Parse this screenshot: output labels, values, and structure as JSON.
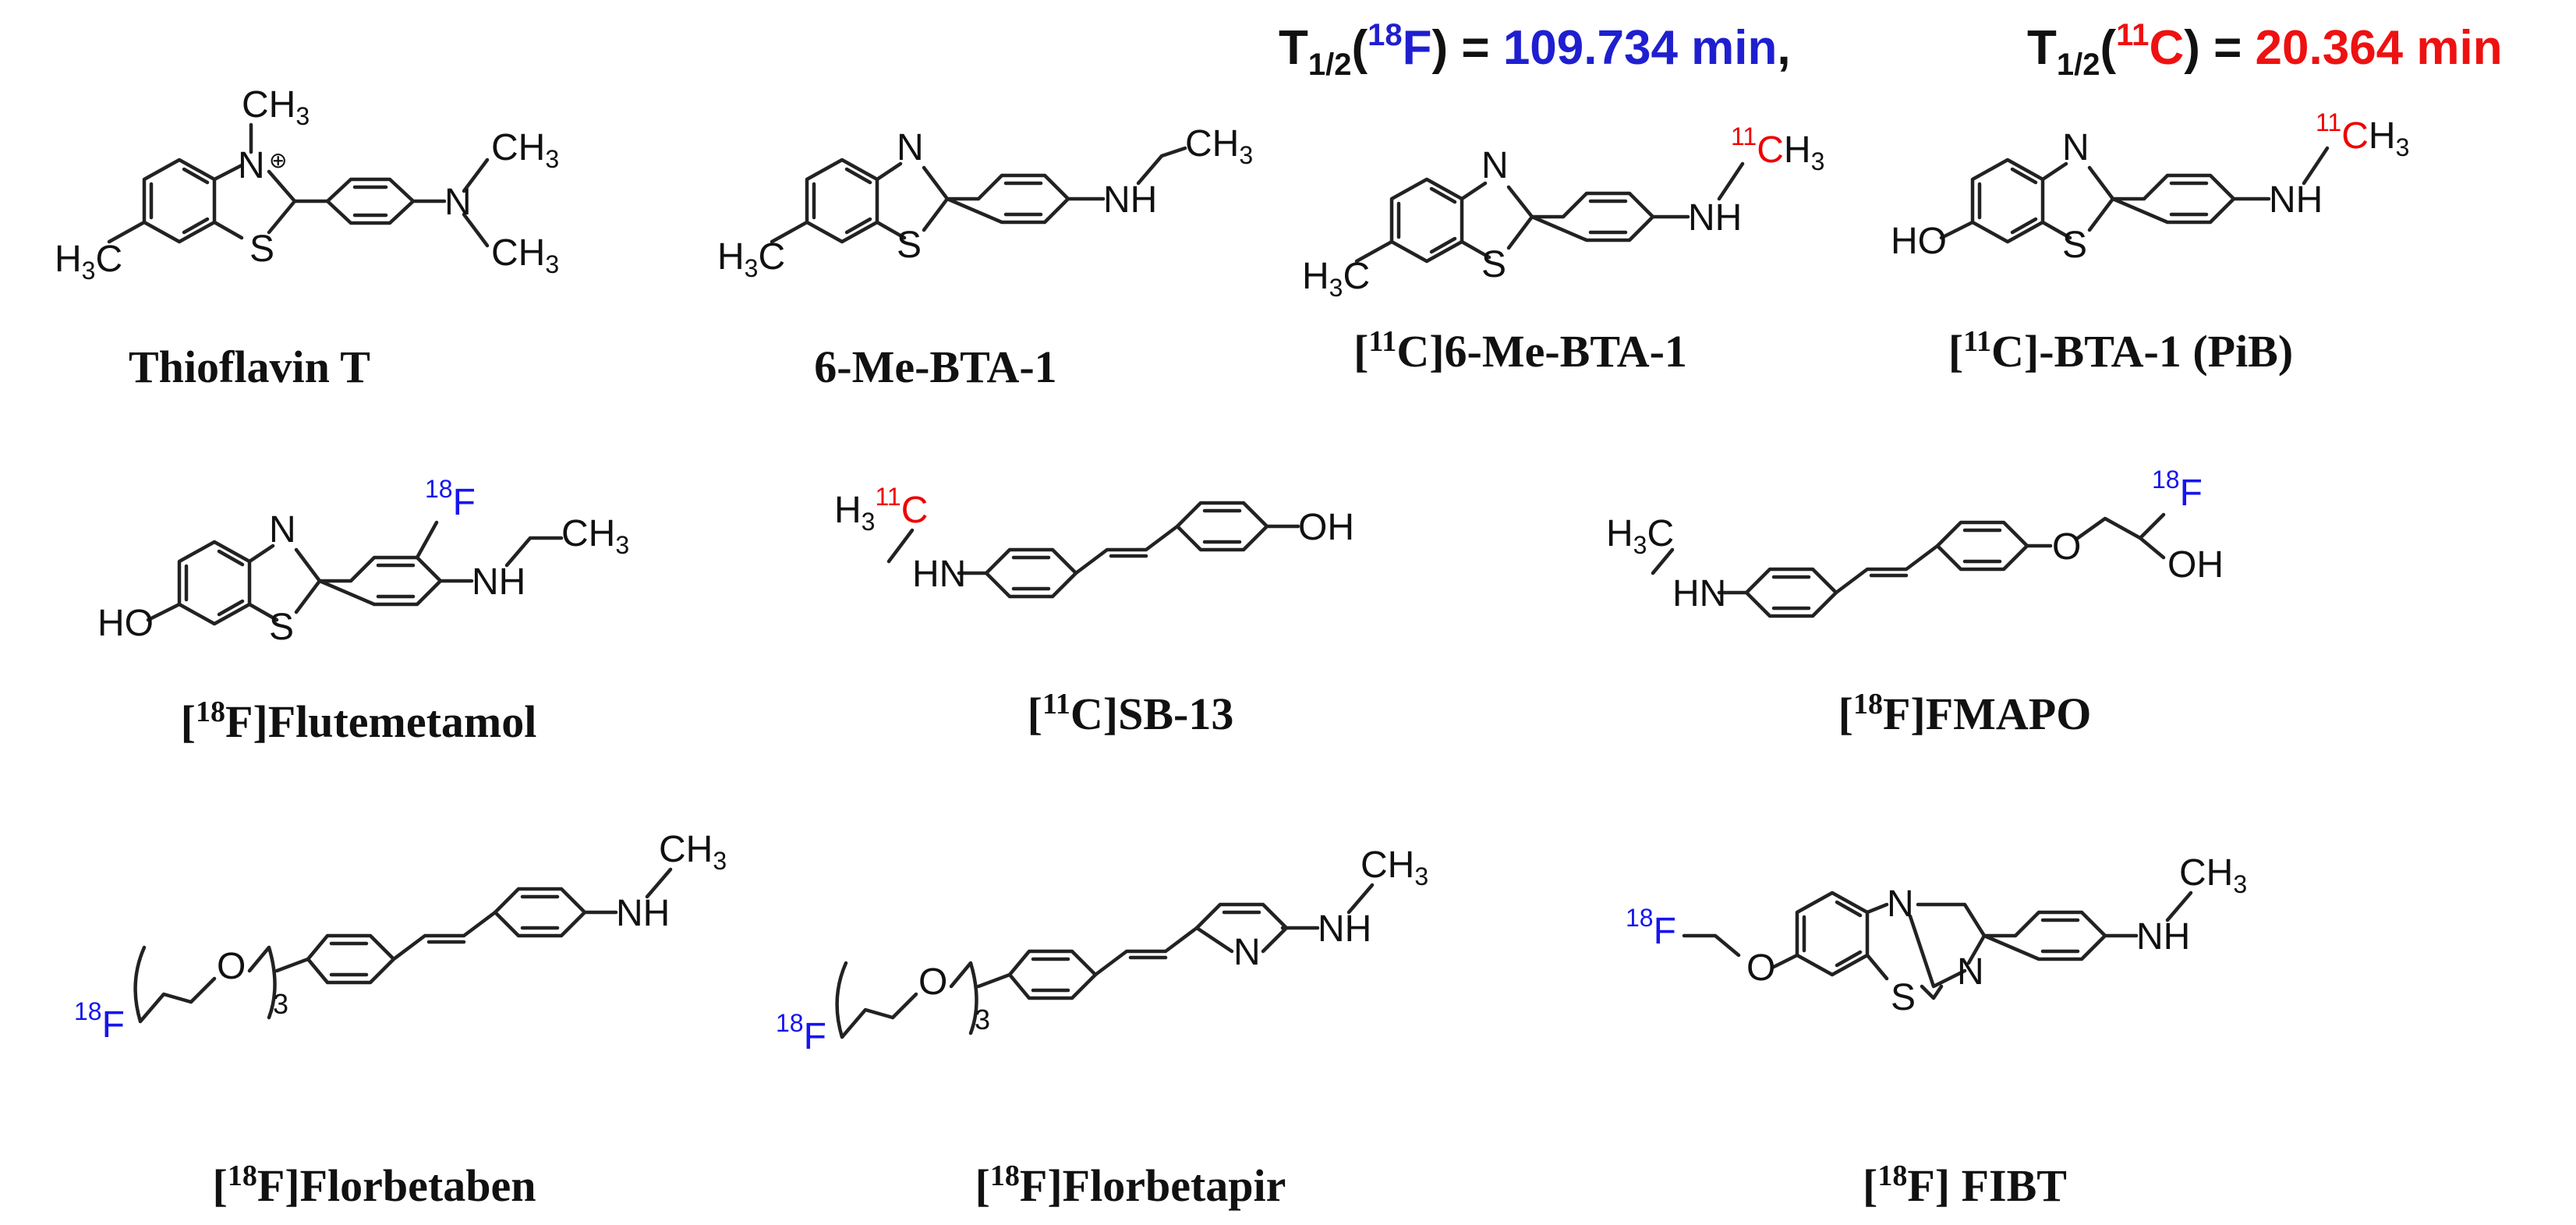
{
  "header": {
    "t_label": "T",
    "sub": "1/2",
    "open": "(",
    "f_mass": "18",
    "f_sym": "F",
    "close_eq": ") = ",
    "f_value": "109.734 min",
    "sep": ",",
    "c_mass": "11",
    "c_sym": "C",
    "c_value": "20.364 min"
  },
  "compounds": [
    {
      "pre": "",
      "sup": "",
      "name": "Thioflavin T"
    },
    {
      "pre": "",
      "sup": "",
      "name": "6-Me-BTA-1"
    },
    {
      "pre": "[",
      "sup": "11",
      "name": "C]6-Me-BTA-1"
    },
    {
      "pre": "[",
      "sup": "11",
      "name": "C]-BTA-1 (PiB)"
    },
    {
      "pre": "[",
      "sup": "18",
      "name": "F]Flutemetamol"
    },
    {
      "pre": "[",
      "sup": "11",
      "name": "C]SB-13"
    },
    {
      "pre": "[",
      "sup": "18",
      "name": "F]FMAPO"
    },
    {
      "pre": "[",
      "sup": "18",
      "name": "F]Florbetaben"
    },
    {
      "pre": "[",
      "sup": "18",
      "name": "F]Florbetapir"
    },
    {
      "pre": "[",
      "sup": "18",
      "name": "F] FIBT"
    }
  ],
  "atoms": {
    "ch3": "CH",
    "h3c": "H",
    "three": "3",
    "c": "C",
    "n": "N",
    "s": "S",
    "o": "O",
    "ho": "HO",
    "oh": "OH",
    "nh": "NH",
    "hn": "HN",
    "f": "F",
    "n_plus": "N",
    "plus": "⊕",
    "iso11": "11",
    "iso18": "18",
    "rep": "3"
  },
  "colors": {
    "f18": "#1f1fd0",
    "c11": "#ee1111",
    "bond": "#222222"
  }
}
